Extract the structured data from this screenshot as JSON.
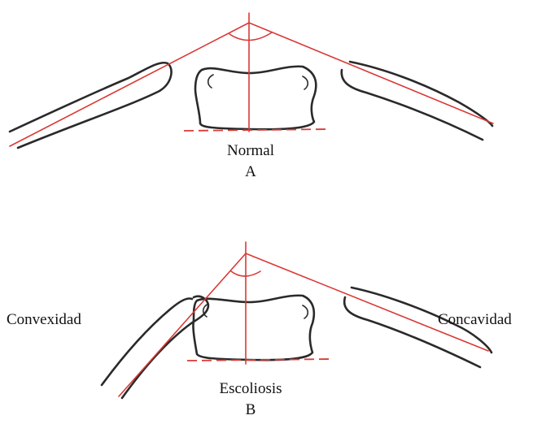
{
  "figure_a": {
    "caption": "Normal",
    "letter": "A"
  },
  "figure_b": {
    "caption": "Escoliosis",
    "letter": "B",
    "left_side_label": "Convexidad",
    "right_side_label": "Concavidad"
  },
  "colors": {
    "reference_lines": "#d93a36",
    "outline": "#2a2a2a",
    "text": "#111111"
  }
}
